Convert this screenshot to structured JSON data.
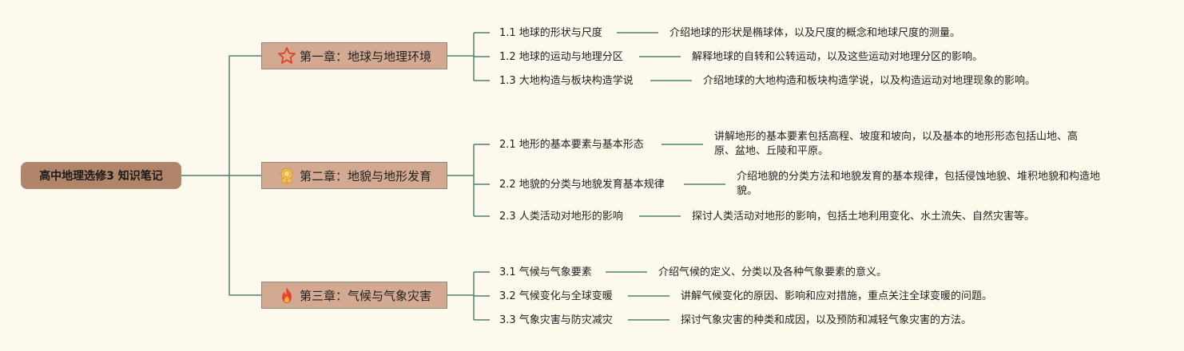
{
  "root": {
    "title": "高中地理选修3 知识笔记"
  },
  "chapters": [
    {
      "title": "第一章：地球与地理环境",
      "icon": "star-icon",
      "topics": [
        {
          "title": "1.1 地球的形状与尺度",
          "desc": [
            "介绍地球的形状是椭球体，以及尺度的概念和地球尺度的测量。"
          ]
        },
        {
          "title": "1.2 地球的运动与地理分区",
          "desc": [
            "解释地球的自转和公转运动，以及这些运动对地理分区的影响。"
          ]
        },
        {
          "title": "1.3 大地构造与板块构造学说",
          "desc": [
            "介绍地球的大地构造和板块构造学说，以及构造运动对地理现象的影响。"
          ]
        }
      ]
    },
    {
      "title": "第二章：地貌与地形发育",
      "icon": "badge-icon",
      "topics": [
        {
          "title": "2.1 地形的基本要素与基本形态",
          "desc": [
            "讲解地形的基本要素包括高程、坡度和坡向，以及基本的地形形态包括山地、高",
            "原、盆地、丘陵和平原。"
          ]
        },
        {
          "title": "2.2 地貌的分类与地貌发育基本规律",
          "desc": [
            "介绍地貌的分类方法和地貌发育的基本规律，包括侵蚀地貌、堆积地貌和构造地",
            "貌。"
          ]
        },
        {
          "title": "2.3 人类活动对地形的影响",
          "desc": [
            "探讨人类活动对地形的影响，包括土地利用变化、水土流失、自然灾害等。"
          ]
        }
      ]
    },
    {
      "title": "第三章：气候与气象灾害",
      "icon": "fire-icon",
      "topics": [
        {
          "title": "3.1 气候与气象要素",
          "desc": [
            "介绍气候的定义、分类以及各种气象要素的意义。"
          ]
        },
        {
          "title": "3.2 气候变化与全球变暖",
          "desc": [
            "讲解气候变化的原因、影响和应对措施，重点关注全球变暖的问题。"
          ]
        },
        {
          "title": "3.3 气象灾害与防灾减灾",
          "desc": [
            "探讨气象灾害的种类和成因，以及预防和减轻气象灾害的方法。"
          ]
        }
      ]
    }
  ],
  "colors": {
    "background": "#fdf9ec",
    "root_fill": "#b08569",
    "chapter_fill": "#d4a991",
    "connector": "#4f7f72"
  }
}
